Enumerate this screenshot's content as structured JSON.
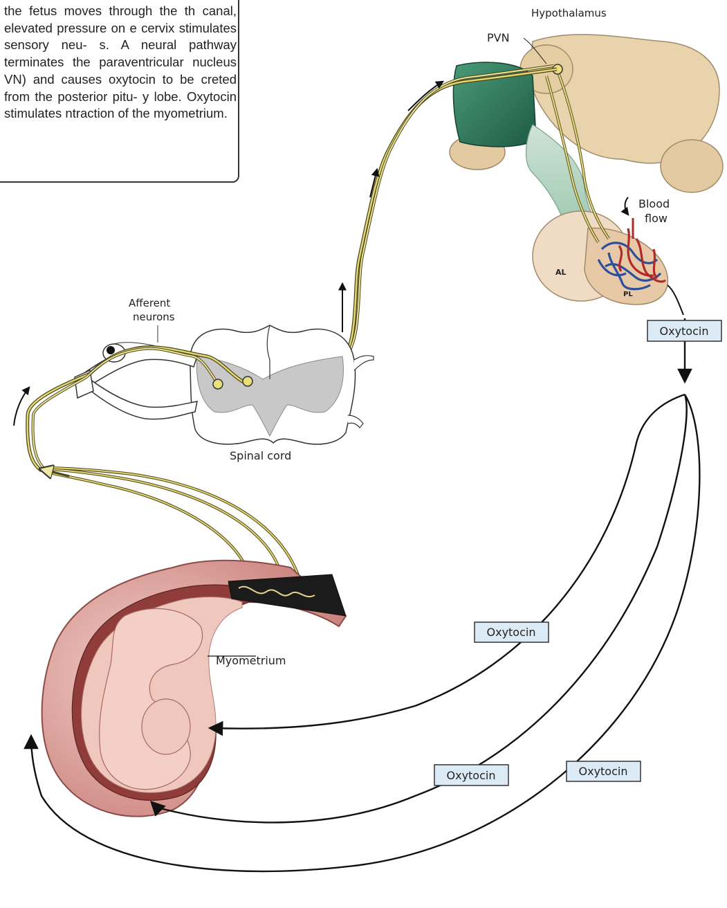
{
  "caption": "the fetus moves through the th canal, elevated pressure on e cervix stimulates sensory neu- s. A neural pathway terminates the paraventricular nucleus VN) and causes oxytocin to be creted from the posterior pitu- y lobe. Oxytocin stimulates ntraction of the myometrium.",
  "labels": {
    "hypothalamus": "Hypothalamus",
    "pvn": "PVN",
    "blood_flow_1": "Blood",
    "blood_flow_2": "flow",
    "al": "AL",
    "pl": "PL",
    "afferent_1": "Afferent",
    "afferent_2": "neurons",
    "spinal_cord": "Spinal cord",
    "myometrium": "Myometrium"
  },
  "oxytocin_labels": [
    "Oxytocin",
    "Oxytocin",
    "Oxytocin",
    "Oxytocin"
  ],
  "colors": {
    "nerve": "#d8cc6a",
    "hypothalamus_tissue": "#e8d3ad",
    "green_structure": "#2e7a5a",
    "uterus": "#e6b3b0",
    "oxytocin_box": "#dceaf5",
    "gray_matter": "#c8c8c8"
  }
}
